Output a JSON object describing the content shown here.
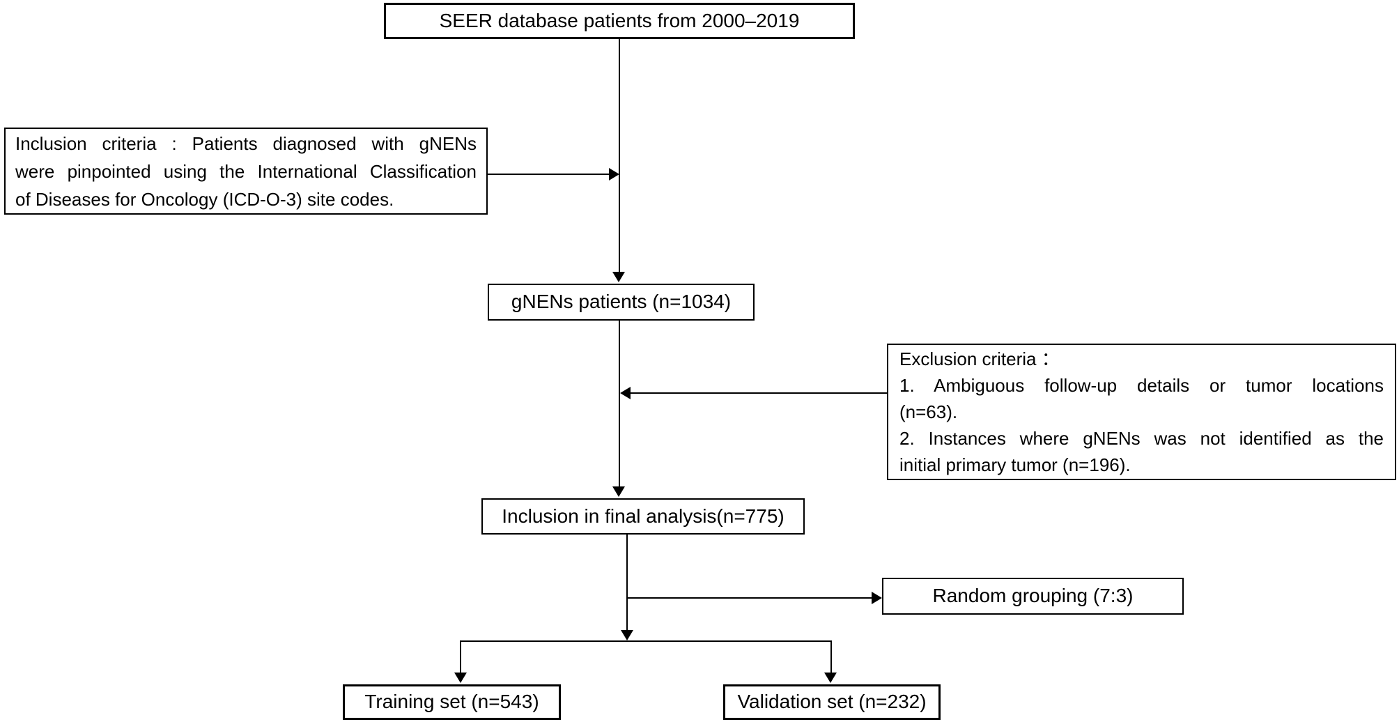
{
  "colors": {
    "line": "#000000",
    "box_border": "#000000",
    "background": "#ffffff",
    "text": "#000000"
  },
  "flowchart": {
    "nodes": {
      "seer": {
        "label": "SEER database patients from 2000–2019"
      },
      "inclusion": {
        "lines": [
          "Inclusion criteria : Patients diagnosed with gNENs",
          "were pinpointed using the International Classification",
          "of Diseases for Oncology (ICD-O-3) site codes."
        ]
      },
      "gnens": {
        "label": "gNENs patients (n=1034)"
      },
      "exclusion": {
        "lines": [
          "Exclusion criteria ：",
          "1. Ambiguous follow-up details or tumor locations",
          "(n=63).",
          "2. Instances where gNENs was not identified as the",
          "initial primary tumor (n=196)."
        ]
      },
      "final_analysis": {
        "label": "Inclusion in final analysis(n=775)"
      },
      "random_grouping": {
        "label": "Random grouping (7:3)"
      },
      "training": {
        "label": "Training set (n=543)"
      },
      "validation": {
        "label": "Validation set (n=232)"
      }
    }
  }
}
